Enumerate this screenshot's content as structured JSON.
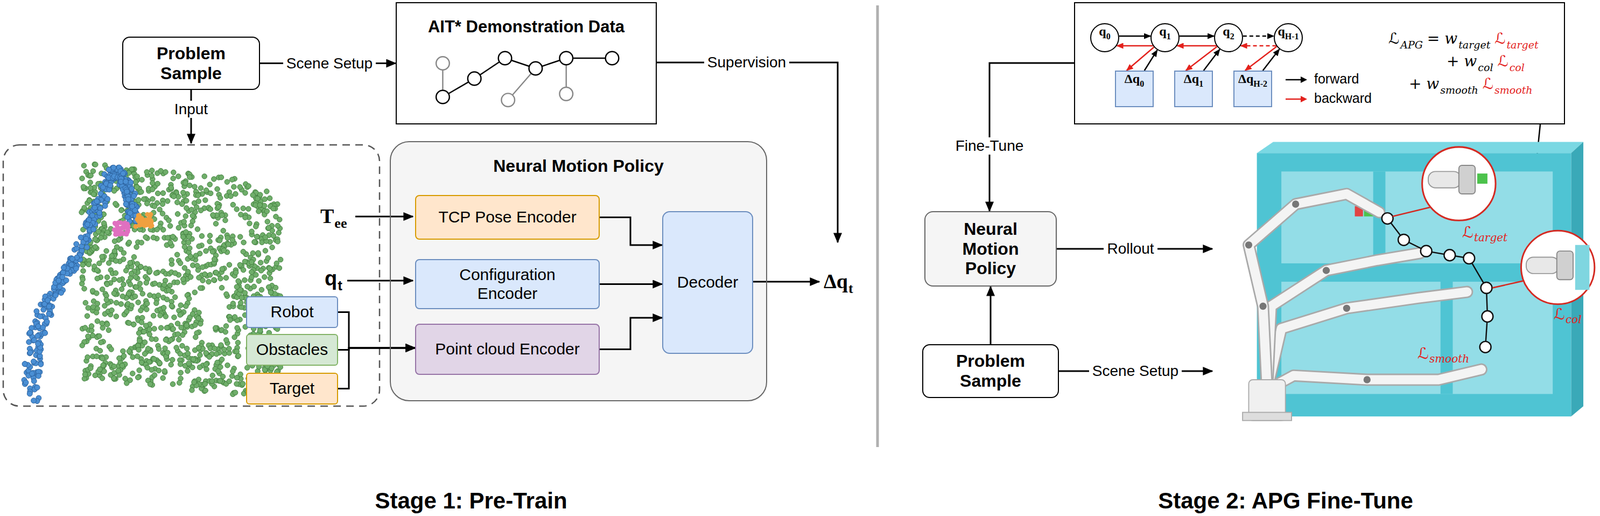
{
  "diagram": {
    "nodes": [
      {
        "text": [
          "Problem Sample"
        ]
      },
      {
        "text": [
          "AIT* Demonstration Data"
        ]
      },
      {
        "text": [
          "Robot"
        ]
      },
      {
        "text": [
          "Obstacles"
        ]
      },
      {
        "text": [
          "Target"
        ]
      },
      {
        "text": [
          "Neural Motion Policy"
        ]
      },
      {
        "text": [
          "TCP Pose Encoder"
        ],
        "in": 5
      },
      {
        "text": [
          "Configuration Encoder"
        ],
        "in": 5
      },
      {
        "text": [
          "Point cloud Encoder"
        ],
        "in": 5
      },
      {
        "text": [
          "Decoder"
        ],
        "in": 5
      },
      {
        "text": [
          "ℒ",
          "APG",
          "= w",
          "target",
          "ℒ",
          "target",
          "+ w",
          "col",
          "ℒ",
          "col",
          "+ w",
          "smooth",
          "ℒ",
          "smooth"
        ]
      },
      {
        "text": [
          "q",
          "0"
        ],
        "in": 10
      },
      {
        "text": [
          "q",
          "1"
        ],
        "in": 10
      },
      {
        "text": [
          "q",
          "2"
        ],
        "in": 10
      },
      {
        "text": [
          "q",
          "H-1"
        ],
        "in": 10
      },
      {
        "text": [
          "Δq",
          "0"
        ],
        "in": 10
      },
      {
        "text": [
          "Δq",
          "1"
        ],
        "in": 10
      },
      {
        "text": [
          "Δq",
          "H-2"
        ],
        "in": 10
      },
      {
        "text": [
          "Neural Motion Policy"
        ]
      },
      {
        "text": [
          "Problem Sample"
        ]
      }
    ],
    "edges": [
      {
        "from": 0,
        "to": 1,
        "label": "Scene Setup",
        "arrow": "to"
      },
      {
        "from": 2,
        "to": 8,
        "arrow": "to"
      },
      {
        "from": 3,
        "to": 8,
        "arrow": "to"
      },
      {
        "from": 4,
        "to": 8,
        "arrow": "to"
      },
      {
        "from": 6,
        "to": 9,
        "arrow": "to"
      },
      {
        "from": 7,
        "to": 9,
        "arrow": "to"
      },
      {
        "from": 8,
        "to": 9,
        "arrow": "to"
      },
      {
        "from": 11,
        "to": 12,
        "arrow": "to"
      },
      {
        "from": 12,
        "to": 13,
        "arrow": "to"
      },
      {
        "from": 13,
        "to": 14,
        "arrow": "to"
      },
      {
        "from": 12,
        "to": 11,
        "arrow": "to"
      },
      {
        "from": 13,
        "to": 12,
        "arrow": "to"
      },
      {
        "from": 14,
        "to": 13,
        "arrow": "to"
      },
      {
        "from": 15,
        "to": 12,
        "arrow": "to"
      },
      {
        "from": 12,
        "to": 15,
        "arrow": "to"
      },
      {
        "from": 16,
        "to": 13,
        "arrow": "to"
      },
      {
        "from": 13,
        "to": 16,
        "arrow": "to"
      },
      {
        "from": 17,
        "to": 14,
        "arrow": "to"
      },
      {
        "from": 14,
        "to": 17,
        "arrow": "to"
      },
      {
        "from": 10,
        "to": 18,
        "label": "Fine-Tune",
        "arrow": "to"
      },
      {
        "from": 19,
        "to": 18,
        "arrow": "to"
      }
    ],
    "labels": [
      "Input",
      "T",
      "ee",
      "q",
      "t",
      "Supervision",
      "Δq",
      "t",
      "Rollout",
      "Scene Setup",
      "ℒ",
      "target",
      "ℒ",
      "col",
      "ℒ",
      "smooth",
      "Stage 1: Pre-Train",
      "Stage 2: APG Fine-Tune"
    ],
    "legend": [
      {
        "text": "forward"
      },
      {
        "text": "backward"
      }
    ]
  }
}
